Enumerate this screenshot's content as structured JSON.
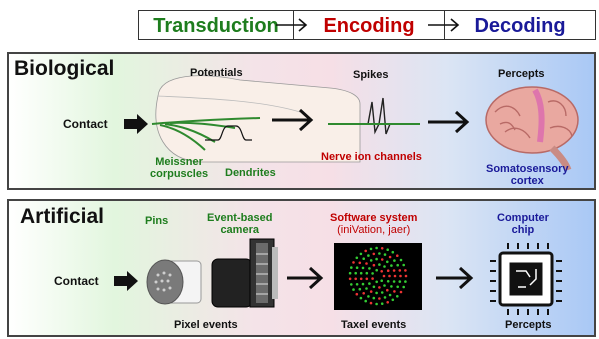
{
  "pipeline": {
    "stage1": "Transduction",
    "stage2": "Encoding",
    "stage3": "Decoding",
    "colors": {
      "transduction": "#1e7d1e",
      "encoding": "#c00000",
      "decoding": "#1a1a99"
    }
  },
  "biological": {
    "title": "Biological",
    "contact": "Contact",
    "potentials": "Potentials",
    "spikes": "Spikes",
    "percepts": "Percepts",
    "meissner_line1": "Meissner",
    "meissner_line2": "corpuscles",
    "dendrites": "Dendrites",
    "nerve": "Nerve ion channels",
    "cortex_line1": "Somatosensory",
    "cortex_line2": "cortex"
  },
  "artificial": {
    "title": "Artificial",
    "contact": "Contact",
    "pins": "Pins",
    "camera_line1": "Event-based",
    "camera_line2": "camera",
    "software_line1": "Software system",
    "software_line2": "(iniVation, jaer)",
    "chip_line1": "Computer",
    "chip_line2": "chip",
    "pixel_events": "Pixel events",
    "taxel_events": "Taxel events",
    "percepts": "Percepts"
  }
}
